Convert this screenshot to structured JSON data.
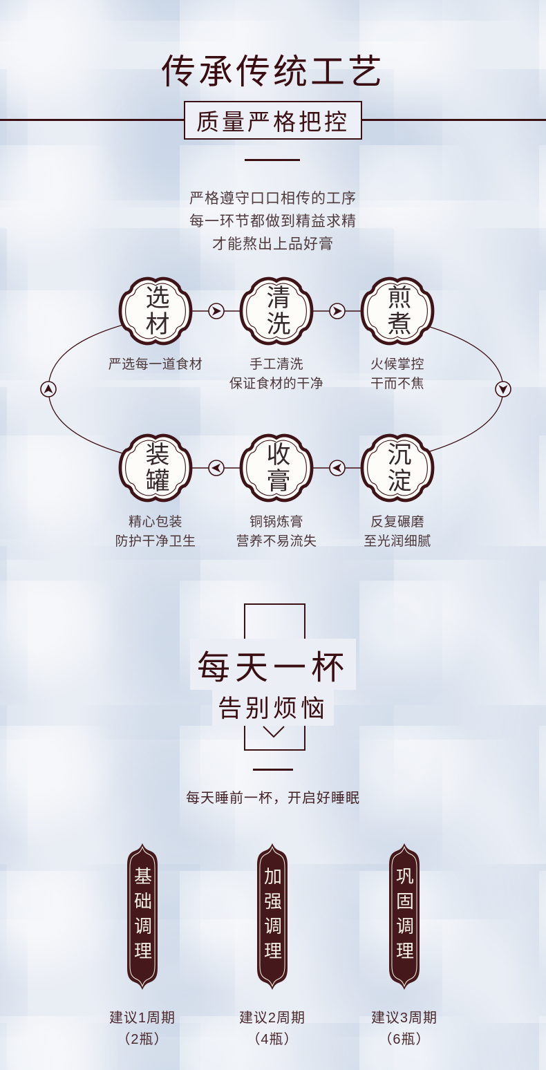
{
  "header": {
    "title": "传承传统工艺",
    "subtitle": "质量严格把控",
    "intro_lines": [
      "严格遵守口口相传的工序",
      "每一环节都做到精益求精",
      "才能熬出上品好膏"
    ]
  },
  "flow": {
    "row1": [
      {
        "name": "选材",
        "line1": "严选每一道食材",
        "line2": ""
      },
      {
        "name": "清洗",
        "line1": "手工清洗",
        "line2": "保证食材的干净"
      },
      {
        "name": "煎煮",
        "line1": "火候掌控",
        "line2": "干而不焦"
      }
    ],
    "row2": [
      {
        "name": "装罐",
        "line1": "精心包装",
        "line2": "防护干净卫生"
      },
      {
        "name": "收膏",
        "line1": "铜锅炼膏",
        "line2": "营养不易流失"
      },
      {
        "name": "沉淀",
        "line1": "反复碾磨",
        "line2": "至光润细腻"
      }
    ]
  },
  "slogan": {
    "headline": "每天一杯",
    "subline": "告别烦恼",
    "caption": "每天睡前一杯，开启好睡眠"
  },
  "plans": [
    {
      "label": "基础调理",
      "cycle": "建议1周期",
      "bottles": "（2瓶）"
    },
    {
      "label": "加强调理",
      "cycle": "建议2周期",
      "bottles": "（4瓶）"
    },
    {
      "label": "巩固调理",
      "cycle": "建议3周期",
      "bottles": "（6瓶）"
    }
  ],
  "colors": {
    "accent_dark": "#3b1014",
    "banner_fill": "#45191c",
    "body_text": "#4c383b",
    "background_base": "#e9edf4"
  },
  "icons": {
    "flow_arrow_right": "right-dart-arrow",
    "flow_arrow_left": "left-dart-arrow",
    "arc_arrow_up": "up-dart-arrow",
    "arc_arrow_down": "down-dart-arrow",
    "chevron_down": "down-chevron"
  }
}
